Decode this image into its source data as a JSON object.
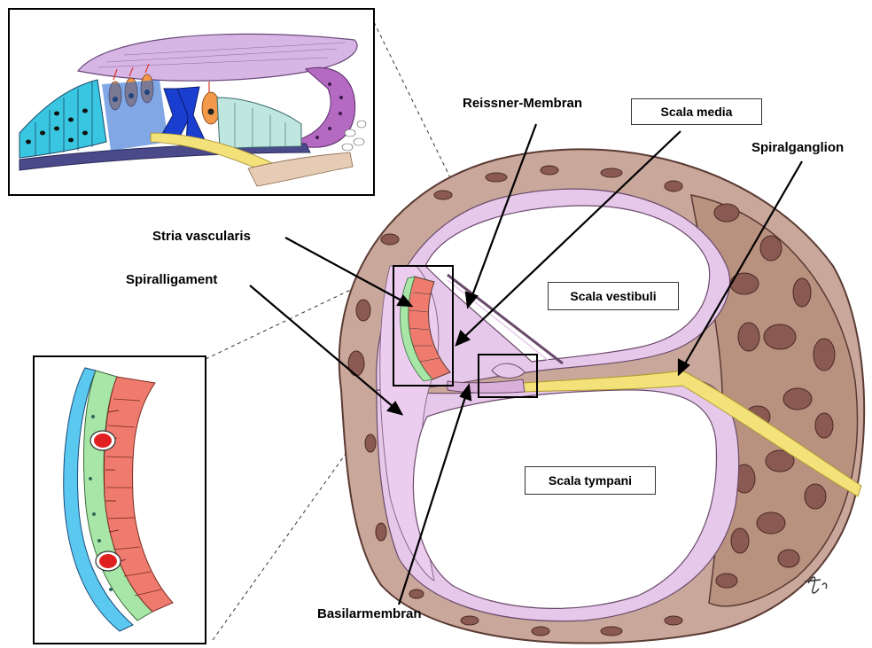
{
  "labels": {
    "reissner": "Reissner-Membran",
    "scala_media": "Scala media",
    "spiralganglion": "Spiralganglion",
    "stria_vascularis": "Stria vascularis",
    "spiralligament": "Spiralligament",
    "scala_vestibuli": "Scala vestibuli",
    "scala_tympani": "Scala tympani",
    "basilarmembran": "Basilarmembran"
  },
  "colors": {
    "bone": "#c9a79a",
    "bone_outline": "#5a3a33",
    "bone_cavity": "#8a5a52",
    "membrane_pink": "#e6c8ea",
    "ligament_pink": "#eccdf0",
    "nerve_yellow": "#f3e17a",
    "stria_red": "#ef7b6e",
    "stria_green": "#a8e6a8",
    "stria_blue": "#8fdcef",
    "tectorial": "#d7b6e6",
    "hair_cell_orange": "#f29a4a",
    "cell_blue": "#39c6e0",
    "pillar_blue": "#1a3fd0",
    "vessel_red": "#e02020"
  },
  "icons": {
    "signature": "signature-mark"
  }
}
